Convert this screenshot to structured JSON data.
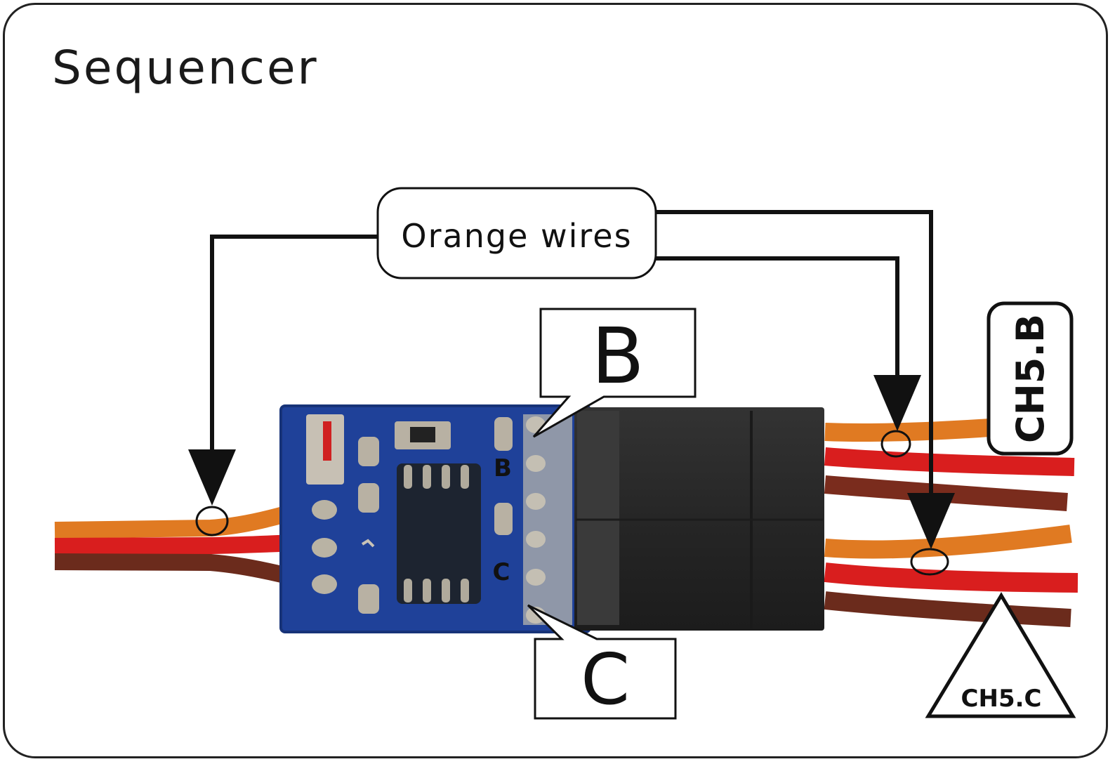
{
  "title": "Sequencer",
  "callout": "Orange wires",
  "pcb_labels": {
    "b": "B",
    "c": "C"
  },
  "big_labels": {
    "b": "B",
    "c": "C"
  },
  "channel_labels": {
    "ch5b": "CH5.B",
    "ch5c": "CH5.C"
  },
  "colors": {
    "pcb": "#1d3f96",
    "connector": "#2a2a2a",
    "wire_brown": "#6b2b1c",
    "wire_red": "#d41f1f",
    "wire_orange": "#e07a22"
  }
}
